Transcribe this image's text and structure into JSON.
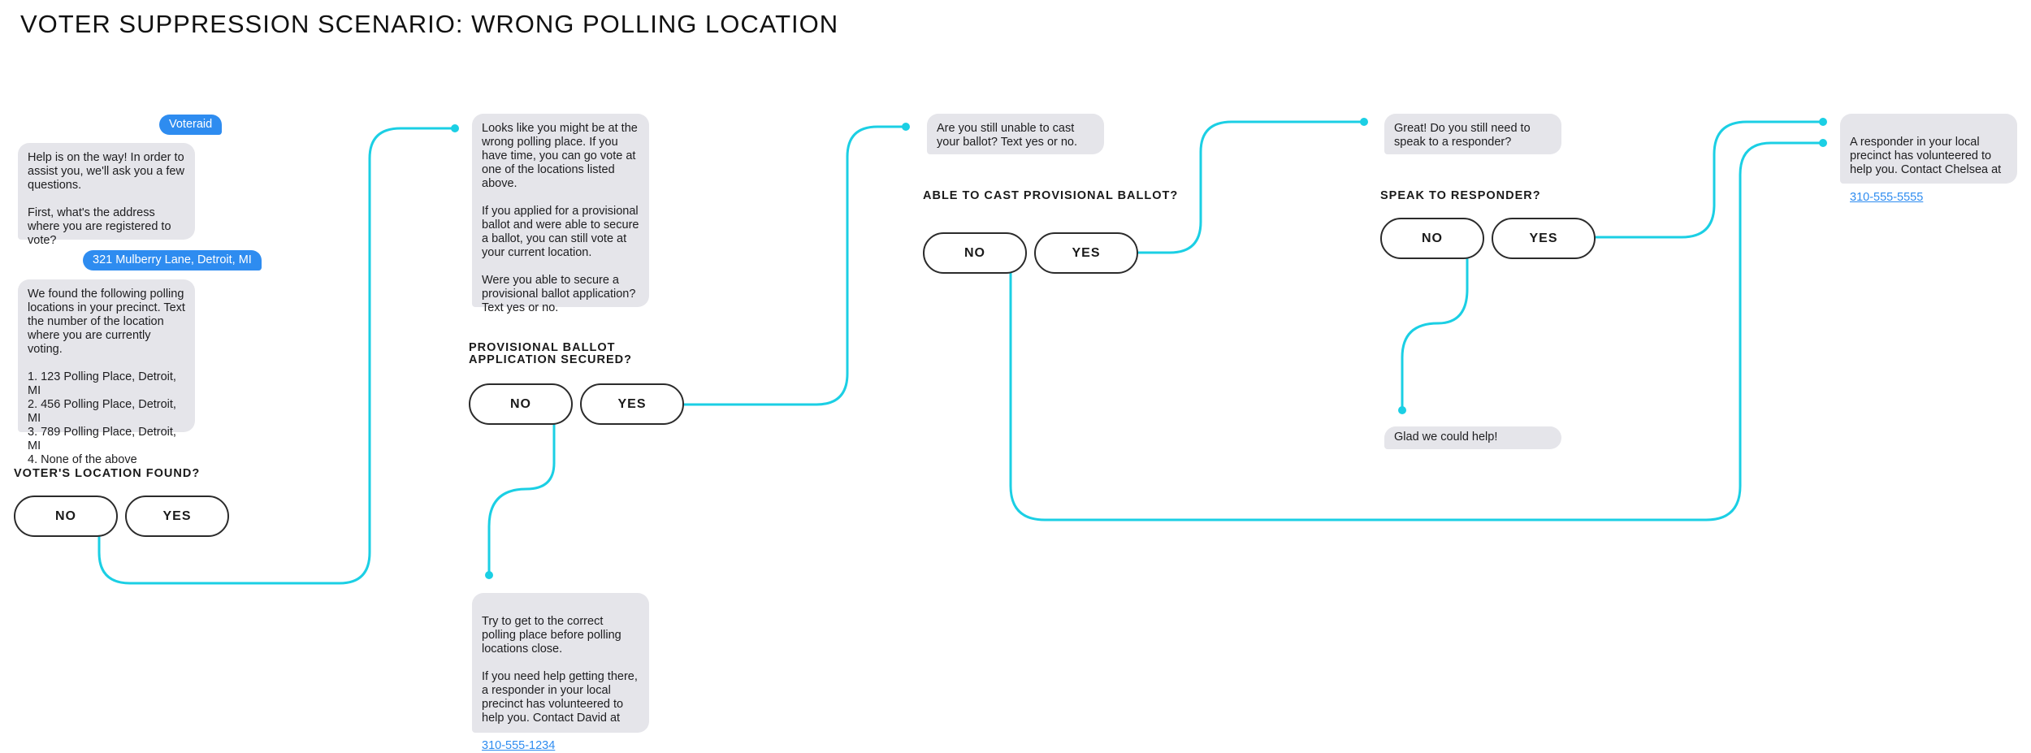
{
  "title": "VOTER SUPPRESSION SCENARIO: WRONG POLLING LOCATION",
  "colors": {
    "connector": "#1bcfe4",
    "bubble_in": "#e5e5ea",
    "bubble_out": "#2e8cf0",
    "link": "#2e8cf0"
  },
  "column1": {
    "sender_bubble": "Voteraid",
    "help_message": "Help is on the way! In order to assist you, we'll ask you a few questions.\n\nFirst, what's the address where you are registered to vote?",
    "address_reply": "321 Mulberry Lane, Detroit, MI",
    "locations_message": "We found the following polling locations in your precinct. Text the number of the location where you are currently voting.\n\n1. 123 Polling Place, Detroit, MI\n2. 456 Polling Place, Detroit, MI\n3. 789 Polling Place, Detroit, MI\n4. None of the above",
    "question": "VOTER'S LOCATION FOUND?",
    "no": "NO",
    "yes": "YES"
  },
  "column2": {
    "wrong_place_message": "Looks like you might be at the wrong polling place. If you have time, you can go vote at one of the locations listed above.\n\nIf you applied for a provisional ballot and were able to secure a ballot, you can still vote at your current location.\n\nWere you able to secure a provisional ballot application? Text yes or no.",
    "question": "PROVISIONAL BALLOT APPLICATION SECURED?",
    "no": "NO",
    "yes": "YES",
    "correct_place_message": "Try to get to the correct polling place before polling locations close.\n\nIf you need help getting there, a responder in your local precinct has volunteered to help you. Contact David at",
    "david_phone": "310-555-1234"
  },
  "column3": {
    "unable_message": "Are you still unable to cast your ballot? Text yes or no.",
    "question": "ABLE TO CAST PROVISIONAL BALLOT?",
    "no": "NO",
    "yes": "YES"
  },
  "column4": {
    "great_message": "Great! Do you still need to speak to a responder?",
    "question": "SPEAK TO RESPONDER?",
    "no": "NO",
    "yes": "YES",
    "glad_message": "Glad we could help!"
  },
  "column5": {
    "responder_message": "A responder in your local precinct has volunteered to help you. Contact Chelsea at",
    "chelsea_phone": "310-555-5555"
  }
}
